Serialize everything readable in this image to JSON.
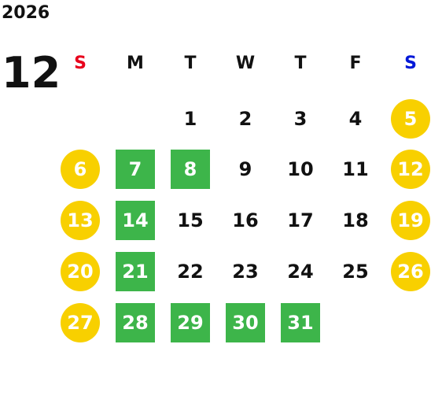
{
  "calendar": {
    "year": "2026",
    "month": "12",
    "first_weekday": 2,
    "colors": {
      "sunday_label": "#e8001c",
      "saturday_label": "#0018d8",
      "weekday_label": "#111111",
      "weekend_marker": "#f8d000",
      "holiday_marker": "#3db54a"
    },
    "weekdays": [
      {
        "label": "S",
        "kind": "sunday"
      },
      {
        "label": "M",
        "kind": "weekday"
      },
      {
        "label": "T",
        "kind": "weekday"
      },
      {
        "label": "W",
        "kind": "weekday"
      },
      {
        "label": "T",
        "kind": "weekday"
      },
      {
        "label": "F",
        "kind": "weekday"
      },
      {
        "label": "S",
        "kind": "saturday"
      }
    ],
    "days": [
      {
        "day": "1",
        "type": "normal"
      },
      {
        "day": "2",
        "type": "normal"
      },
      {
        "day": "3",
        "type": "normal"
      },
      {
        "day": "4",
        "type": "normal"
      },
      {
        "day": "5",
        "type": "weekend"
      },
      {
        "day": "6",
        "type": "weekend"
      },
      {
        "day": "7",
        "type": "holiday"
      },
      {
        "day": "8",
        "type": "holiday"
      },
      {
        "day": "9",
        "type": "normal"
      },
      {
        "day": "10",
        "type": "normal"
      },
      {
        "day": "11",
        "type": "normal"
      },
      {
        "day": "12",
        "type": "weekend"
      },
      {
        "day": "13",
        "type": "weekend"
      },
      {
        "day": "14",
        "type": "holiday"
      },
      {
        "day": "15",
        "type": "normal"
      },
      {
        "day": "16",
        "type": "normal"
      },
      {
        "day": "17",
        "type": "normal"
      },
      {
        "day": "18",
        "type": "normal"
      },
      {
        "day": "19",
        "type": "weekend"
      },
      {
        "day": "20",
        "type": "weekend"
      },
      {
        "day": "21",
        "type": "holiday"
      },
      {
        "day": "22",
        "type": "normal"
      },
      {
        "day": "23",
        "type": "normal"
      },
      {
        "day": "24",
        "type": "normal"
      },
      {
        "day": "25",
        "type": "normal"
      },
      {
        "day": "26",
        "type": "weekend"
      },
      {
        "day": "27",
        "type": "weekend"
      },
      {
        "day": "28",
        "type": "holiday"
      },
      {
        "day": "29",
        "type": "holiday"
      },
      {
        "day": "30",
        "type": "holiday"
      },
      {
        "day": "31",
        "type": "holiday"
      }
    ]
  }
}
